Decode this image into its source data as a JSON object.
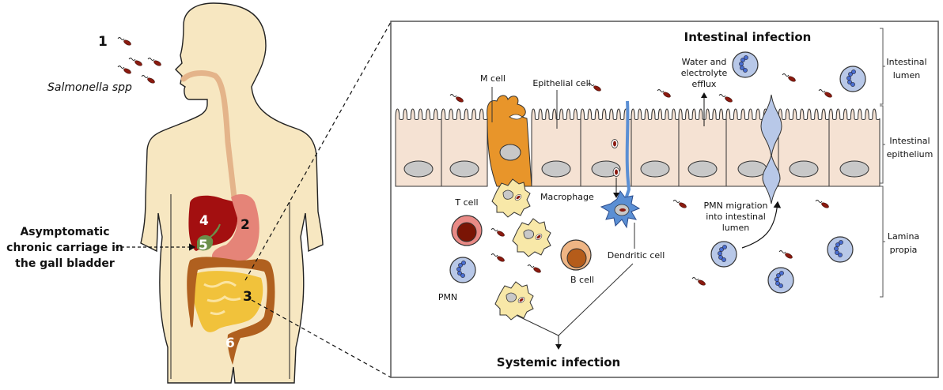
{
  "body_panel": {
    "step_labels": [
      "1",
      "2",
      "3",
      "4",
      "5",
      "6"
    ],
    "organism_label": "Salmonella spp",
    "carriage_label": [
      "Asymptomatic",
      "chronic carriage in",
      "the gall bladder"
    ]
  },
  "detail_panel": {
    "title": "Intestinal infection",
    "bottom_title": "Systemic infection",
    "cell_labels": {
      "m_cell": "M cell",
      "epithelial_cell": "Epithelial cell",
      "macrophage": "Macrophage",
      "t_cell": "T cell",
      "b_cell": "B cell",
      "pmn": "PMN",
      "dendritic_cell": "Dendritic cell"
    },
    "annotations": {
      "efflux": [
        "Water and",
        "electrolyte",
        "efflux"
      ],
      "pmn_migration": [
        "PMN migration",
        "into intestinal",
        "lumen"
      ]
    },
    "layers": [
      {
        "label": [
          "Intestinal",
          "lumen"
        ]
      },
      {
        "label": [
          "Intestinal",
          "epithelium"
        ]
      },
      {
        "label": [
          "Lamina",
          "propia"
        ]
      }
    ]
  },
  "colors": {
    "skin": "#f7e7c1",
    "esophagus": "#e4b48a",
    "liver": "#a30f10",
    "stomach": "#e58478",
    "gallbladder": "#6b8f4a",
    "small_intestine": "#f1c23b",
    "colon": "#b0601f",
    "bacteria": "#8b1a0f",
    "epithelium": "#f5e2d3",
    "nucleus": "#c8c8c8",
    "m_cell": "#e8952a",
    "macrophage": "#f8e8a8",
    "dendritic": "#5b8fd4",
    "pmn": "#b8c8e8",
    "pmn_nucleus": "#4a6ed0",
    "t_cell": "#e98a86",
    "t_cell_nucleus": "#7a1505",
    "b_cell": "#efb584",
    "b_cell_nucleus": "#b55c1a"
  }
}
